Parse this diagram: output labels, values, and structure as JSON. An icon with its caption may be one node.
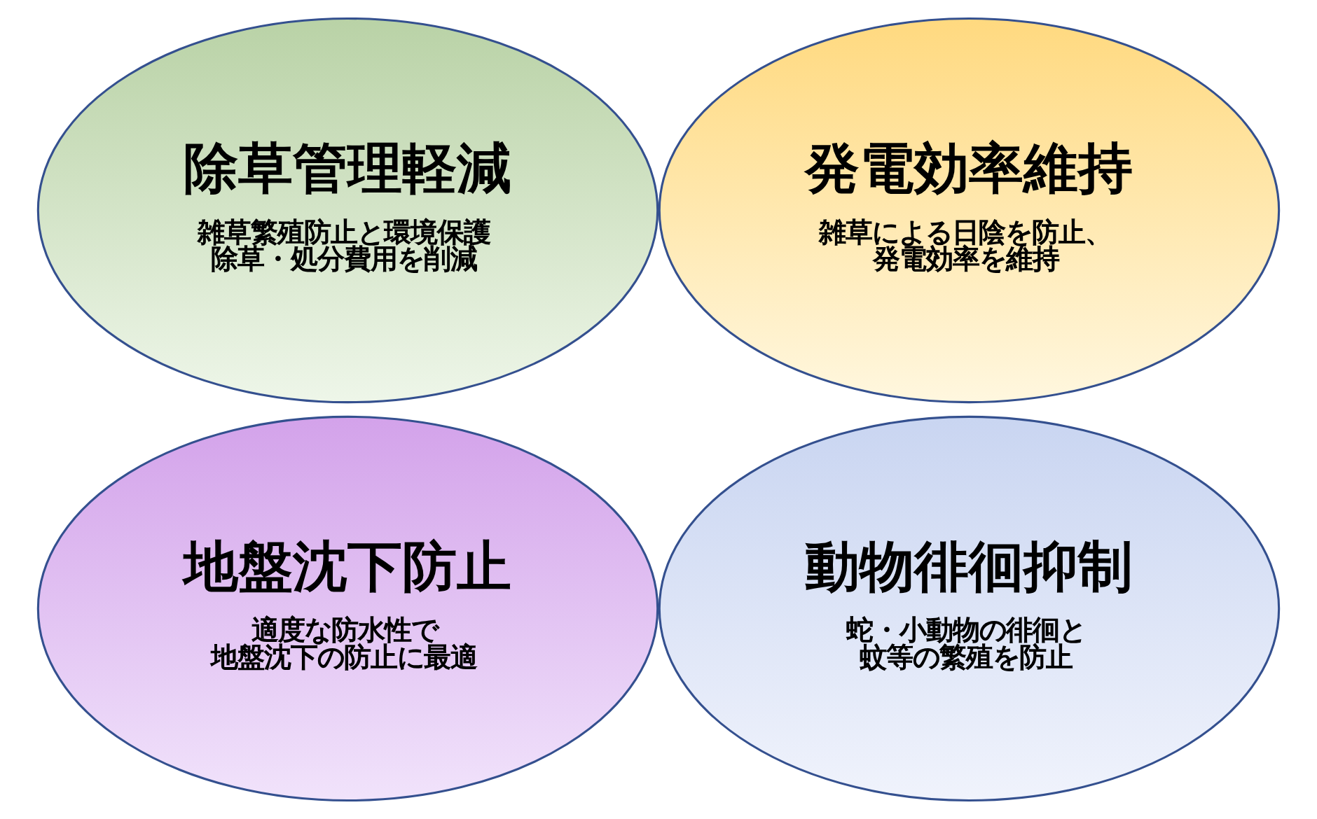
{
  "diagram": {
    "nodes": [
      {
        "text": [
          "除草管理軽減",
          "雑草繁殖防止と環境保護",
          "除草・処分費用を削減"
        ]
      },
      {
        "text": [
          "発電効率維持",
          "雑草による日陰を防止、発電効率を維持"
        ]
      },
      {
        "text": [
          "地盤沈下防止",
          "適度な防水性で地盤沈下の防止に最適"
        ]
      },
      {
        "text": [
          "動物徘徊抑制",
          "蛇・小動物の徘徊と蚊等の繁殖を防止"
        ]
      }
    ]
  }
}
